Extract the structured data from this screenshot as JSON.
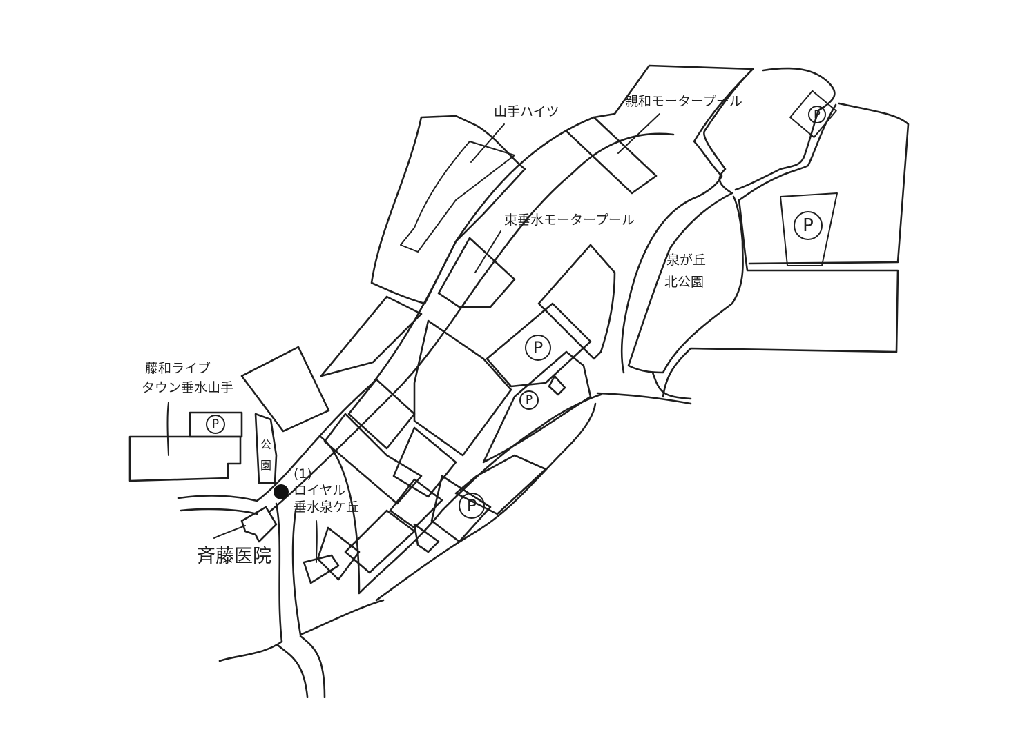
{
  "labels": {
    "yamate_heights": "山手ハイツ",
    "shinwa_motor_pool": "親和モータープール",
    "higashi_tarumi_motor_pool": "東垂水モータープール",
    "izumigaoka_kita_park_line1": "泉が丘",
    "izumigaoka_kita_park_line2": "北公園",
    "fujiwa_life_town_line1": "藤和ライブ",
    "fujiwa_life_town_line2": "タウン垂水山手",
    "park_vertical_1": "公",
    "park_vertical_2": "園",
    "saito_clinic": "斉藤医院",
    "marker_number": "(1)",
    "royal_line1": "ロイヤル",
    "royal_line2": "垂水泉ケ丘"
  },
  "parking": {
    "symbol": "P"
  },
  "colors": {
    "ink": "#1e1e1e",
    "paper": "#ffffff"
  },
  "icons": [
    "parking-icon",
    "location-marker-icon"
  ]
}
